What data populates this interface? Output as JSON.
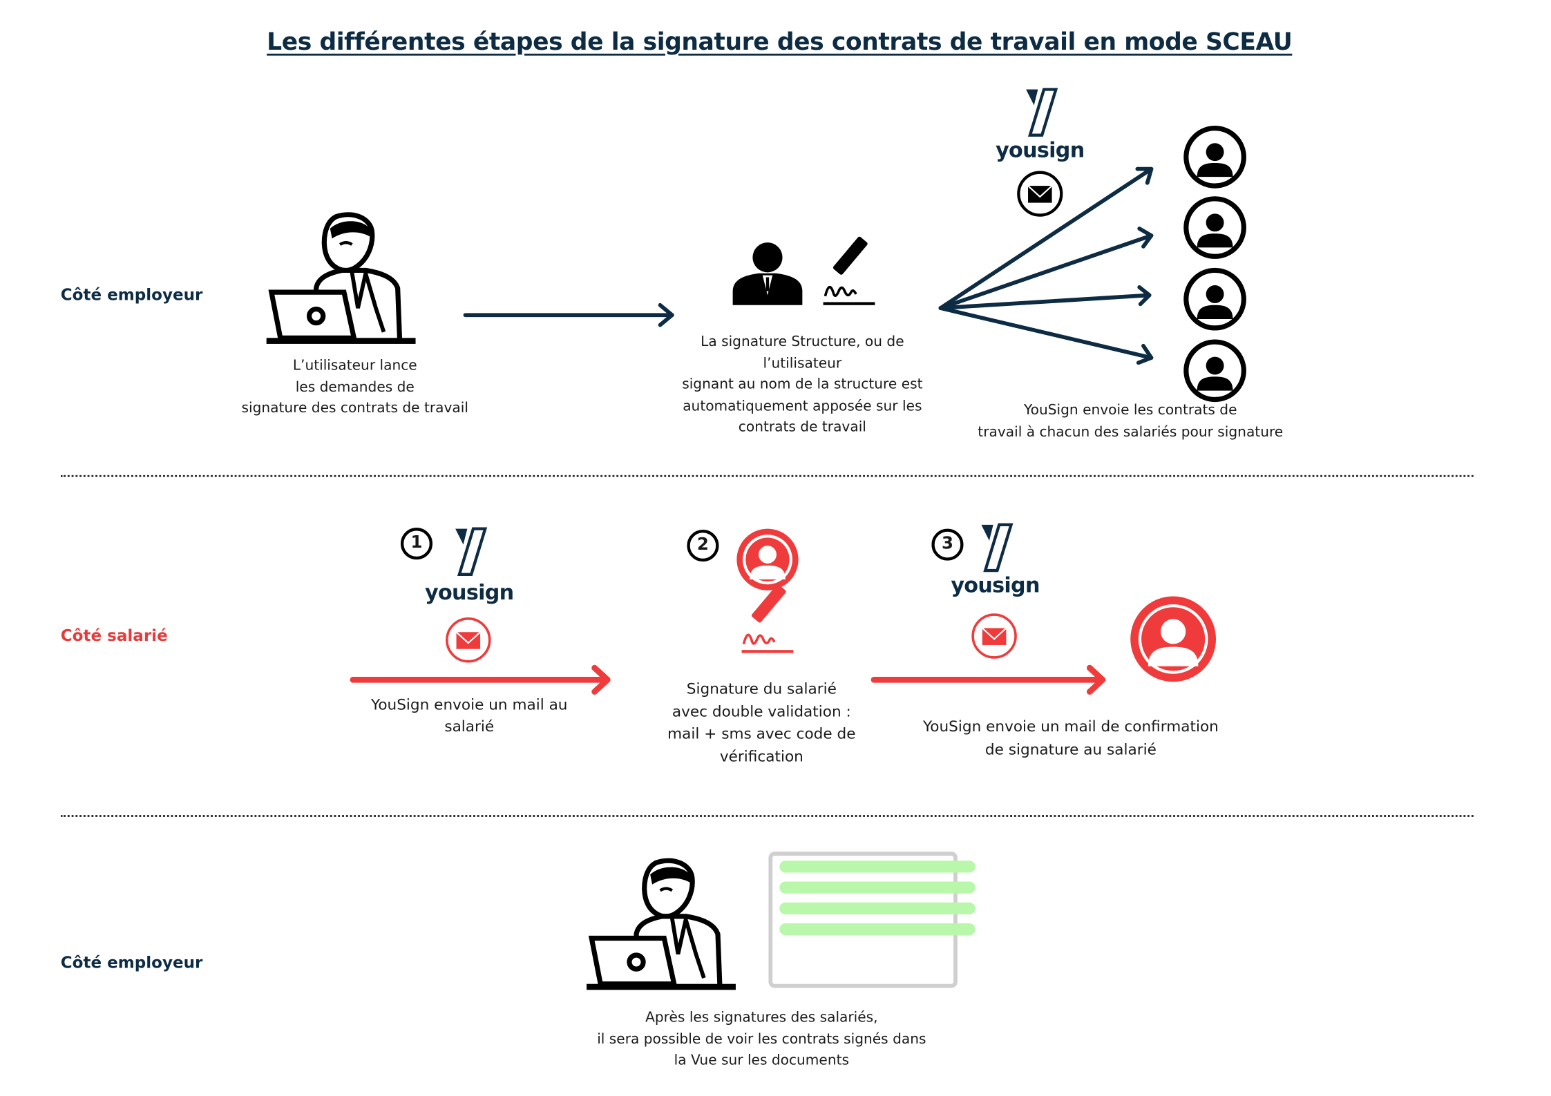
{
  "title": "Les différentes étapes de la signature des contrats de travail en mode SCEAU",
  "colors": {
    "navy": "#0d2c44",
    "red": "#ef3b3b",
    "green": "#b9f7aa",
    "doc_border": "#cfcfcf"
  },
  "section1": {
    "label": "Côté employeur",
    "step_user": [
      "L’utilisateur lance",
      "les demandes de",
      "signature des contrats de travail"
    ],
    "step_structure": [
      "La signature Structure, ou de",
      "l’utilisateur",
      "signant au nom de la structure est",
      "automatiquement apposée sur les",
      "contrats de travail"
    ],
    "brand": "yousign",
    "step_send": [
      "YouSign envoie les contrats de",
      "travail à chacun des salariés pour signature"
    ]
  },
  "section2": {
    "label": "Côté salarié",
    "steps": [
      {
        "number": "1",
        "brand": "yousign",
        "text": [
          "YouSign envoie un mail au",
          "salarié"
        ]
      },
      {
        "number": "2",
        "text": [
          "Signature du salarié",
          "avec double validation :",
          "mail + sms avec code de",
          "vérification"
        ]
      },
      {
        "number": "3",
        "brand": "yousign",
        "text": [
          "YouSign envoie un mail de confirmation",
          "de signature au salarié"
        ]
      }
    ]
  },
  "section3": {
    "label": "Côté employeur",
    "text": [
      "Après les signatures des salariés,",
      "il sera possible de voir les contrats signés dans",
      "la Vue sur les documents"
    ]
  }
}
